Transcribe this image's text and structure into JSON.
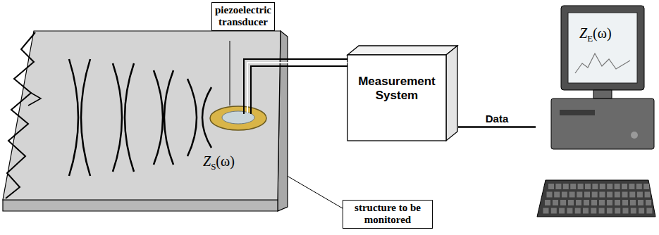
{
  "diagram": {
    "nodes": [
      {
        "text": [
          "piezoelectric transducer"
        ]
      },
      {
        "text": [
          "Measurement System"
        ]
      },
      {
        "text": [
          "ZE(ω)"
        ]
      },
      {
        "text": [
          "ZS(ω)"
        ]
      },
      {
        "text": [
          "structure to be monitored"
        ]
      }
    ],
    "edges": [
      {
        "from": 1,
        "to": 2,
        "label": "Data",
        "arrow": "none"
      },
      {
        "from": 4,
        "to": 3,
        "arrow": "none"
      }
    ]
  }
}
